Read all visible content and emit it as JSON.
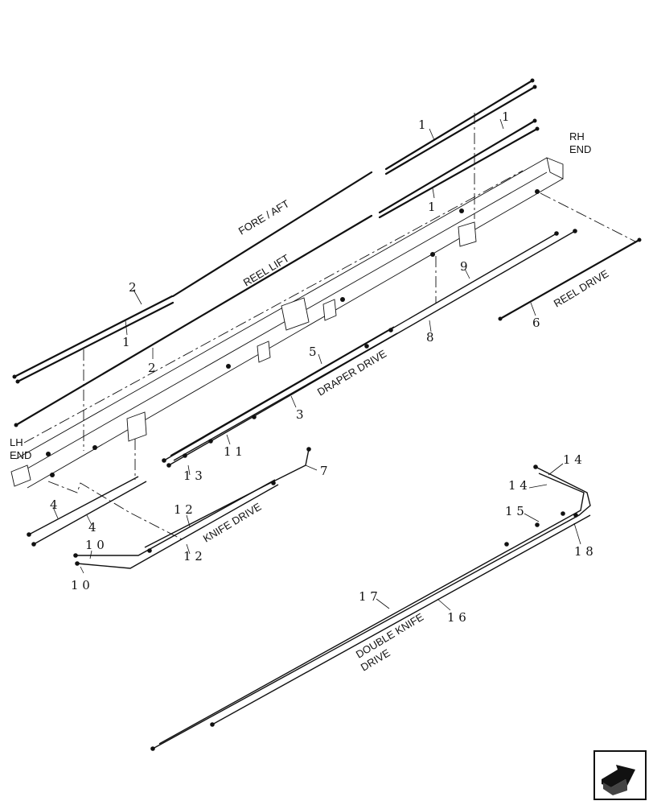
{
  "sections": {
    "fore_aft": "FORE / AFT",
    "reel_lift": "REEL LIFT",
    "draper_drive": "DRAPER DRIVE",
    "reel_drive": "REEL DRIVE",
    "knife_drive": "KNIFE DRIVE",
    "double_knife_line1": "DOUBLE KNIFE",
    "double_knife_line2": "DRIVE"
  },
  "ends": {
    "rh_line1": "RH",
    "rh_line2": "END",
    "lh_line1": "LH",
    "lh_line2": "END"
  },
  "callouts": {
    "c1a": "1",
    "c1b": "1",
    "c1c": "1",
    "c1d": "1",
    "c2a": "2",
    "c2b": "2",
    "c3": "3",
    "c4a": "4",
    "c4b": "4",
    "c5": "5",
    "c6": "6",
    "c7": "7",
    "c8": "8",
    "c9": "9",
    "c10a": "1 0",
    "c10b": "1 0",
    "c11": "1 1",
    "c12a": "1 2",
    "c12b": "1 2",
    "c13": "1 3",
    "c14a": "1 4",
    "c14b": "1 4",
    "c15": "1 5",
    "c16": "1 6",
    "c17": "1 7",
    "c18": "1 8"
  },
  "icons": {
    "nav": "next-page-arrow-icon"
  }
}
